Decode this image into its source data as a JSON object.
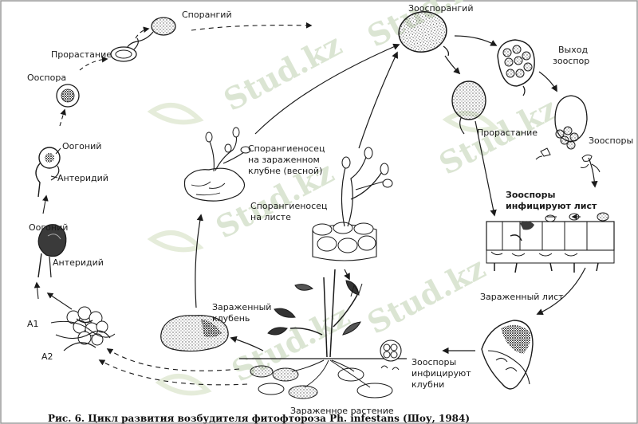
{
  "labels": {
    "sporangium": "Спорангий",
    "germination_top": "Прорастание",
    "oospore": "Ооспора",
    "oogonium_1": "Оогоний",
    "antheridium_1": "Антеридий",
    "oogonium_2": "Оогоний",
    "antheridium_2": "Антеридий",
    "a1": "A1",
    "a2": "A2",
    "zoosporangium": "Зооспорангий",
    "zoospore_release_1": "Выход",
    "zoospore_release_2": "зооспор",
    "germination_right": "Прорастание",
    "zoospores": "Зооспоры",
    "zoospores_infect_leaf_1": "Зооспоры",
    "zoospores_infect_leaf_2": "инфицируют лист",
    "sporangiophore_tuber_1": "Спорангиеносец",
    "sporangiophore_tuber_2": "на зараженном",
    "sporangiophore_tuber_3": "клубне (весной)",
    "sporangiophore_leaf_1": "Спорангиеносец",
    "sporangiophore_leaf_2": "на листе",
    "infected_leaf": "Зараженный лист",
    "infected_tuber_1": "Зараженный",
    "infected_tuber_2": "клубень",
    "zoospores_infect_tubers_1": "Зооспоры",
    "zoospores_infect_tubers_2": "инфицируют",
    "zoospores_infect_tubers_3": "клубни",
    "infected_plant": "Зараженное растение"
  },
  "watermark": "Stud.kz",
  "caption": "Рис. 6. Цикл развития возбудителя фитофтороза Ph. infestans (Шоу, 1984)",
  "colors": {
    "ink": "#1a1a1a",
    "stipple": "#6a6a6a",
    "watermark": "#d8e3cf"
  }
}
